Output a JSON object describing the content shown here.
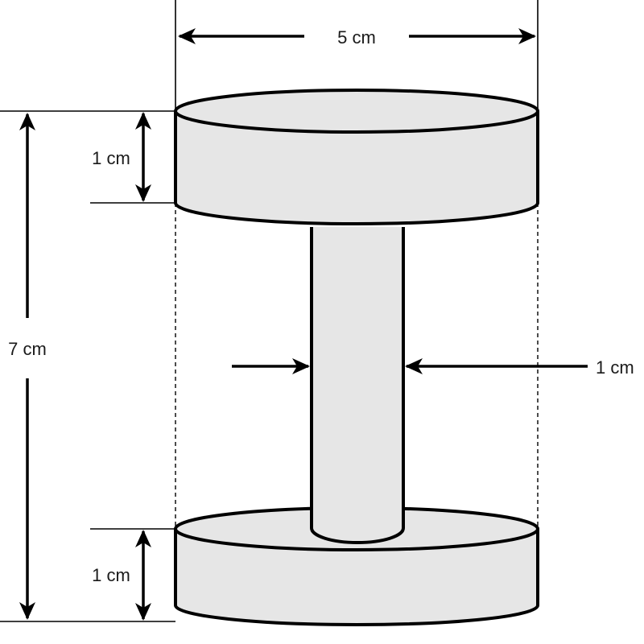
{
  "diagram": {
    "width_label": "5 cm",
    "height_label": "7 cm",
    "top_disk_thickness_label": "1 cm",
    "bottom_disk_thickness_label": "1 cm",
    "rod_diameter_label": "1 cm"
  }
}
